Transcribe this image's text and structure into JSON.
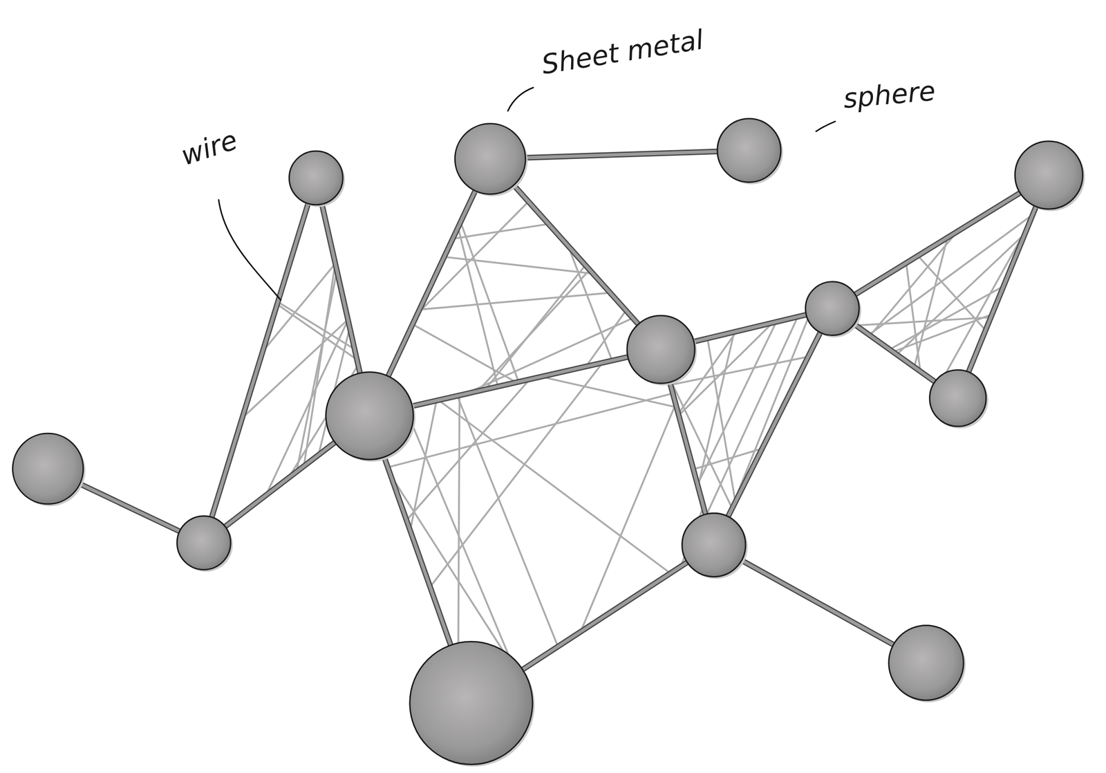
{
  "diagram": {
    "labels": [
      "wire",
      "Sheet metal",
      "sphere"
    ]
  }
}
